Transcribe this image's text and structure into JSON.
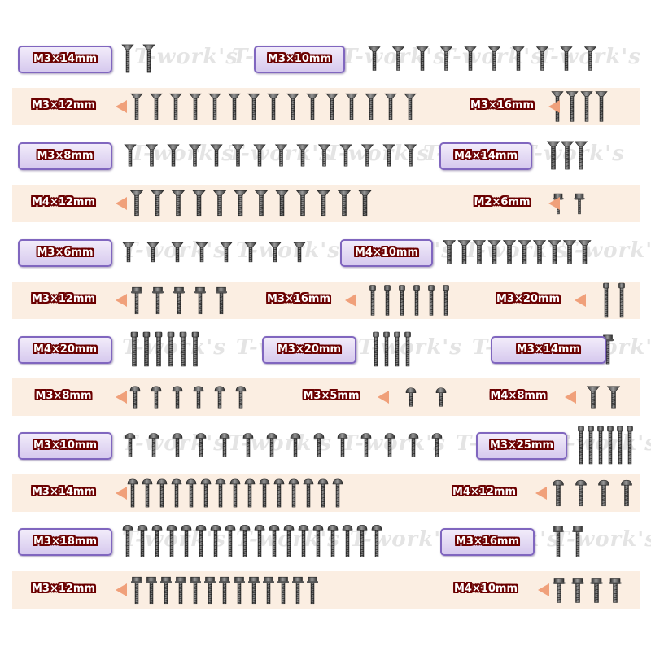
{
  "watermark": "T-work's",
  "colors": {
    "band": "#fbeee2",
    "label_box_top": "#f2ecfa",
    "label_box_bottom": "#d6c9ee",
    "label_border": "#8066bf",
    "label_text": "#ffffff",
    "label_outline": "#6b0000",
    "arrow": "#f0a07a",
    "screw_dark": "#2e2e2e",
    "screw_light": "#9a9a9a"
  },
  "rows": [
    {
      "band": false,
      "groups": [
        {
          "label": "M3×14mm",
          "style": "box",
          "head": "flat",
          "count": 2
        },
        {
          "label": "M3×10mm",
          "style": "box",
          "head": "flat",
          "count": 10
        }
      ]
    },
    {
      "band": true,
      "groups": [
        {
          "label": "M3×12mm",
          "style": "arrow",
          "head": "flat",
          "count": 15
        },
        {
          "label": "M3×16mm",
          "style": "arrow",
          "head": "flat",
          "count": 4
        }
      ]
    },
    {
      "band": false,
      "groups": [
        {
          "label": "M3×8mm",
          "style": "box",
          "head": "flat",
          "count": 14
        },
        {
          "label": "M4×14mm",
          "style": "box",
          "head": "flat",
          "count": 3
        }
      ]
    },
    {
      "band": true,
      "groups": [
        {
          "label": "M4×12mm",
          "style": "arrow",
          "head": "flat",
          "count": 12
        },
        {
          "label": "M2×6mm",
          "style": "arrow",
          "head": "hex",
          "count": 2
        }
      ]
    },
    {
      "band": false,
      "groups": [
        {
          "label": "M3×6mm",
          "style": "box",
          "head": "flat",
          "count": 8
        },
        {
          "label": "M4×10mm",
          "style": "box",
          "head": "flat",
          "count": 10
        }
      ]
    },
    {
      "band": true,
      "groups": [
        {
          "label": "M3×12mm",
          "style": "arrow",
          "head": "hex",
          "count": 5
        },
        {
          "label": "M3×16mm",
          "style": "arrow",
          "head": "cap",
          "count": 6
        },
        {
          "label": "M3×20mm",
          "style": "arrow",
          "head": "cap",
          "count": 2
        }
      ]
    },
    {
      "band": false,
      "groups": [
        {
          "label": "M4×20mm",
          "style": "box",
          "head": "cap",
          "count": 6
        },
        {
          "label": "M3×20mm",
          "style": "box",
          "head": "cap",
          "count": 4
        },
        {
          "label": "M3×14mm",
          "style": "box",
          "head": "hex",
          "count": 1
        }
      ]
    },
    {
      "band": true,
      "groups": [
        {
          "label": "M3×8mm",
          "style": "arrow",
          "head": "button",
          "count": 6
        },
        {
          "label": "M3×5mm",
          "style": "arrow",
          "head": "button",
          "count": 2
        },
        {
          "label": "M4×8mm",
          "style": "arrow",
          "head": "flat",
          "count": 2
        }
      ]
    },
    {
      "band": false,
      "groups": [
        {
          "label": "M3×10mm",
          "style": "box",
          "head": "button",
          "count": 14
        },
        {
          "label": "M3×25mm",
          "style": "box",
          "head": "cap",
          "count": 6
        }
      ]
    },
    {
      "band": true,
      "groups": [
        {
          "label": "M3×14mm",
          "style": "arrow",
          "head": "button",
          "count": 15
        },
        {
          "label": "M4×12mm",
          "style": "arrow",
          "head": "button",
          "count": 4
        }
      ]
    },
    {
      "band": false,
      "groups": [
        {
          "label": "M3×18mm",
          "style": "box",
          "head": "button",
          "count": 18
        },
        {
          "label": "M3×16mm",
          "style": "box",
          "head": "hex",
          "count": 2
        }
      ]
    },
    {
      "band": true,
      "groups": [
        {
          "label": "M3×12mm",
          "style": "arrow",
          "head": "hex",
          "count": 13
        },
        {
          "label": "M4×10mm",
          "style": "arrow",
          "head": "hex",
          "count": 4
        }
      ]
    }
  ]
}
